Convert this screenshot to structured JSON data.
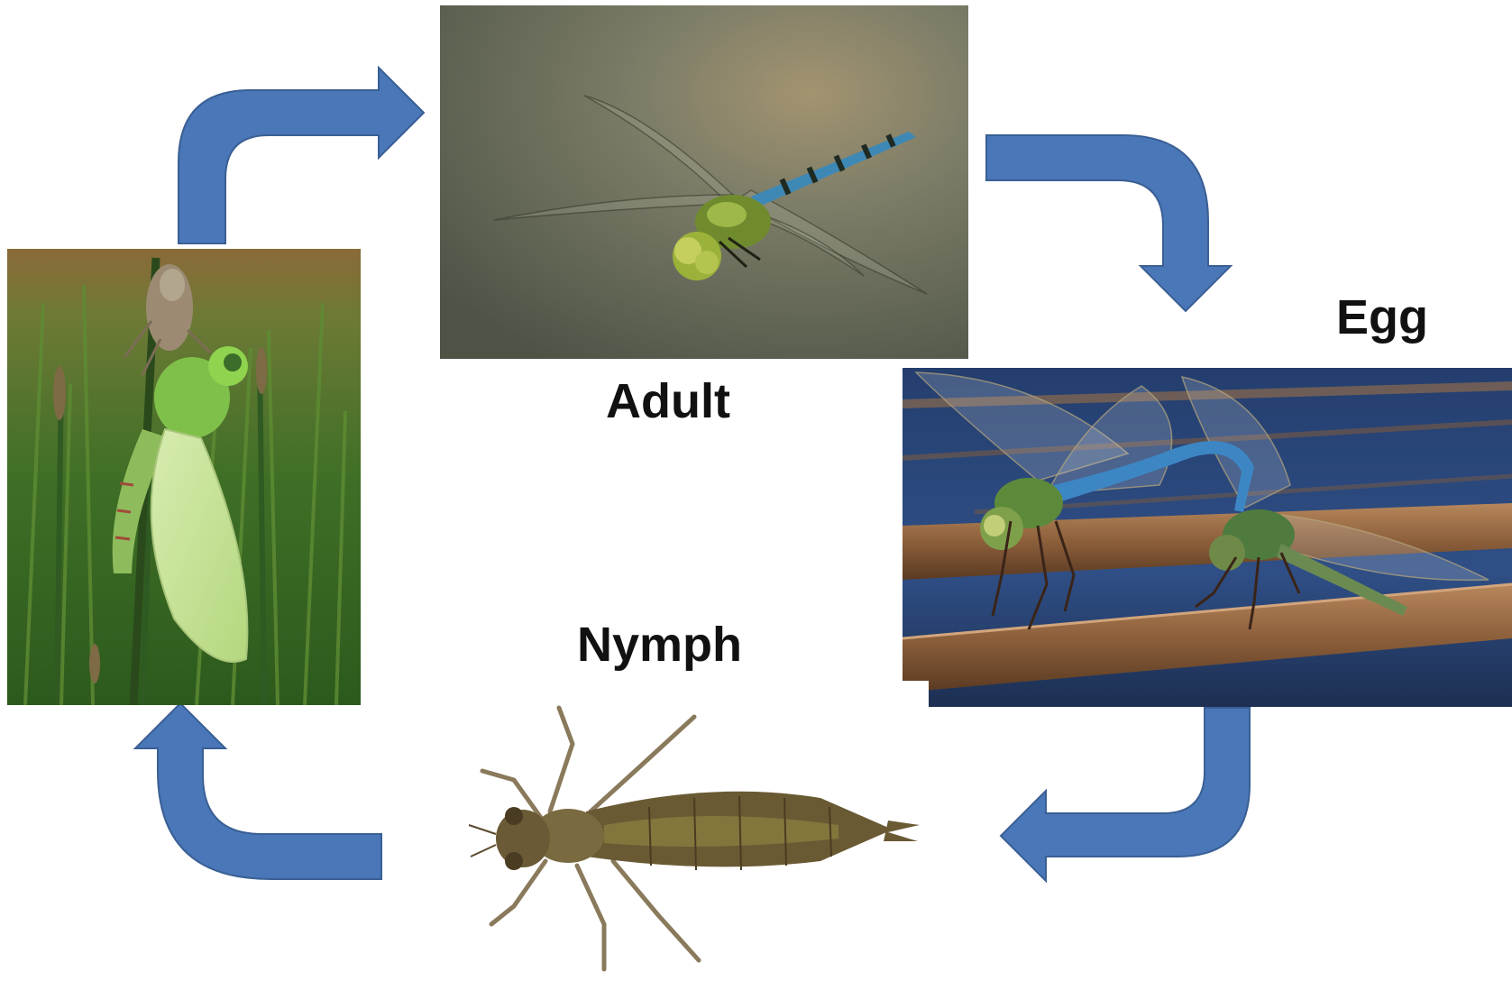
{
  "diagram": {
    "stages": [
      {
        "id": "adult",
        "label": "Adult"
      },
      {
        "id": "egg",
        "label": "Egg"
      },
      {
        "id": "nymph",
        "label": "Nymph"
      },
      {
        "id": "emergence",
        "label": ""
      }
    ],
    "arrow_color": "#4a77b8",
    "arrow_outline": "#3a5f94"
  }
}
